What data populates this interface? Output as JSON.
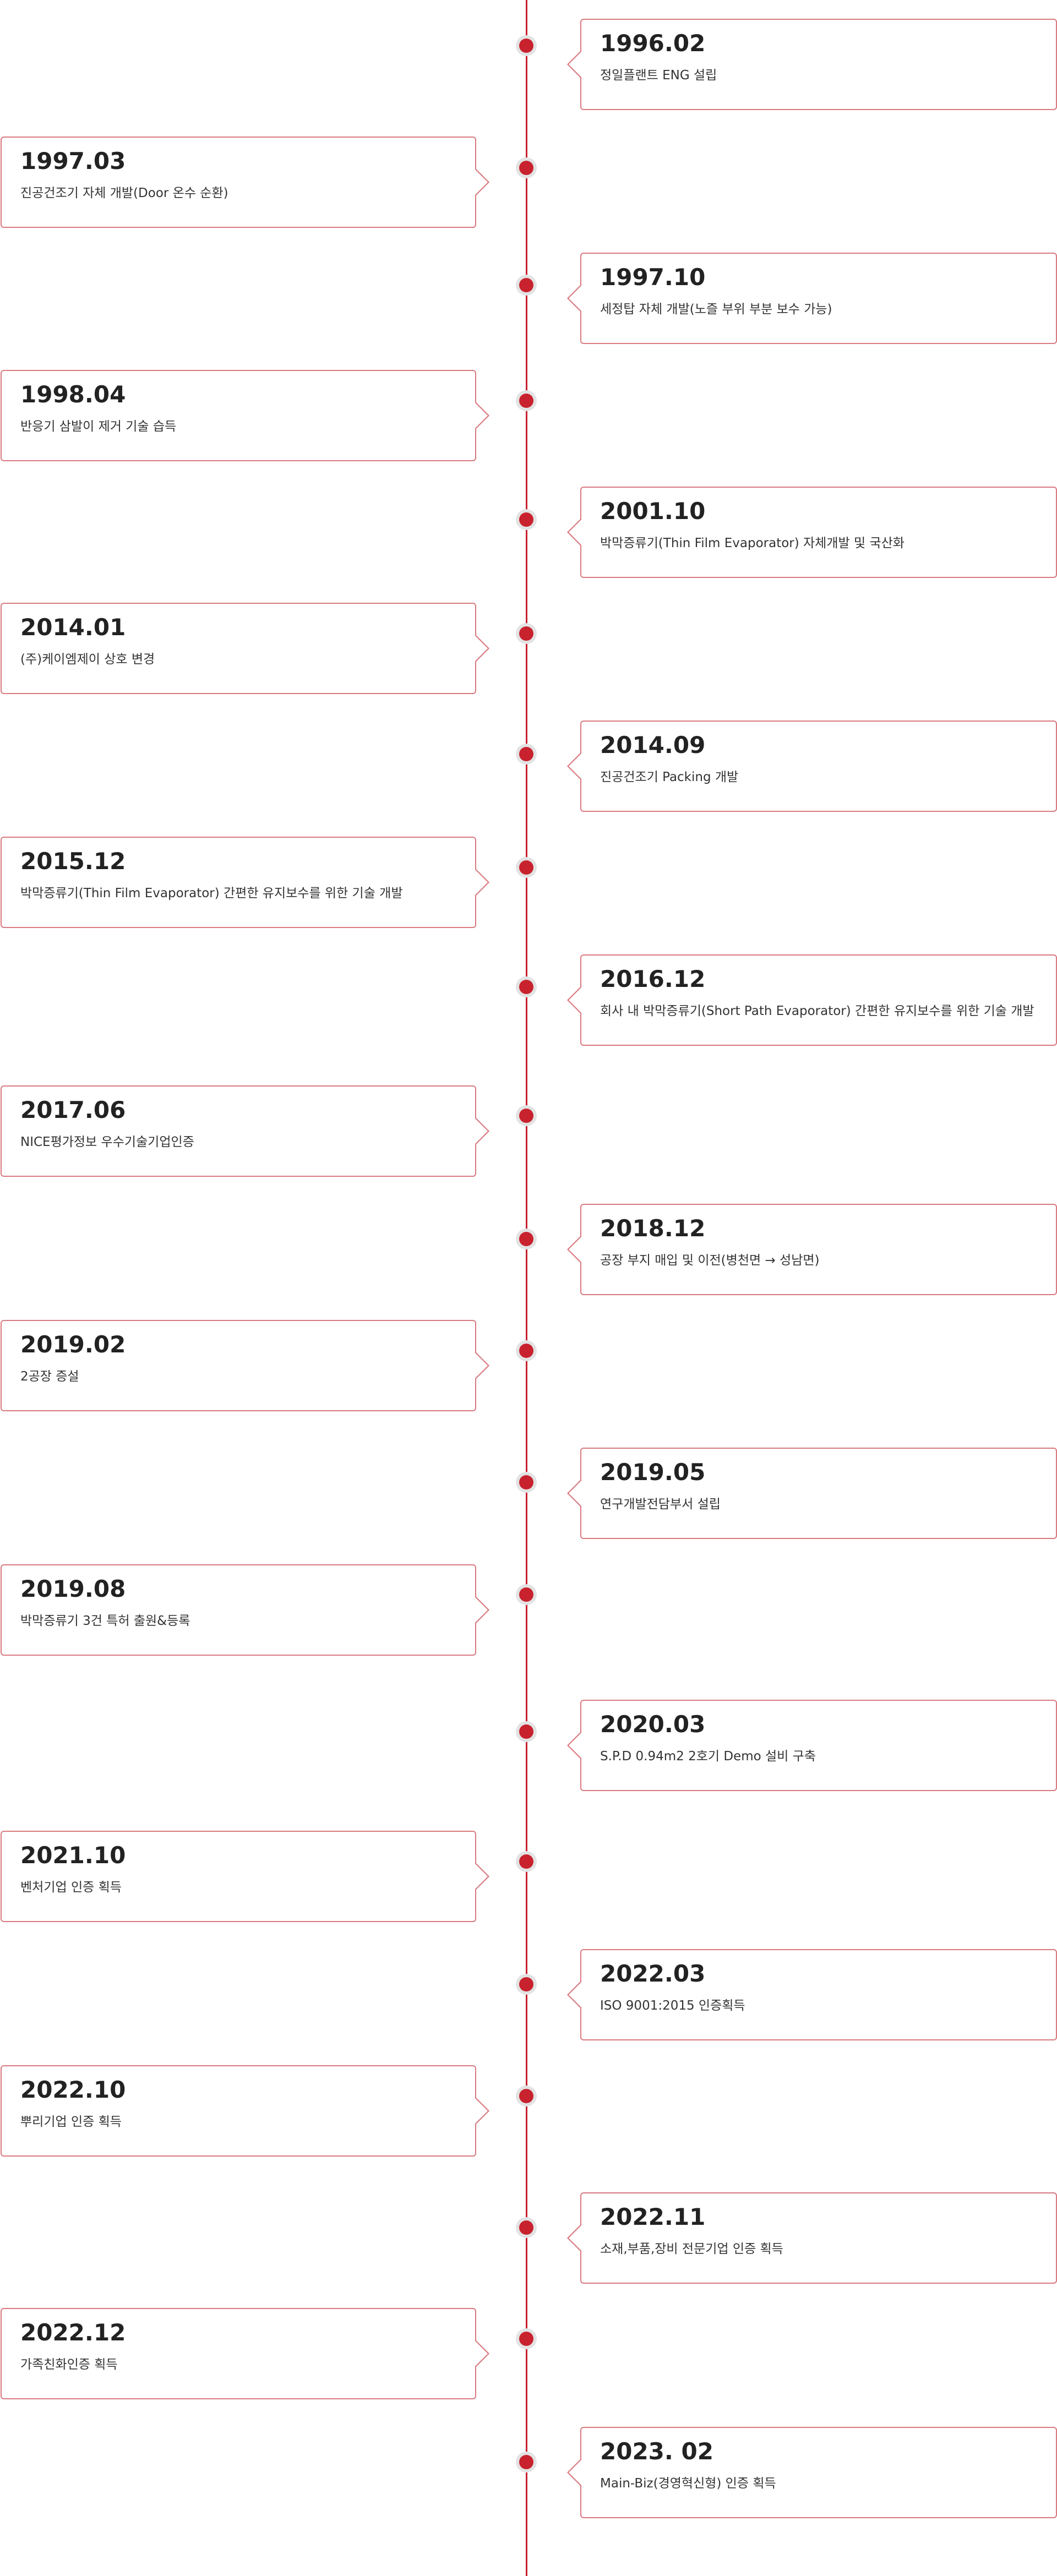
{
  "timeline": {
    "entries": [
      {
        "year": "1996.02",
        "description": "정일플랜트 ENG 설립"
      },
      {
        "year": "1997.03",
        "description": "진공건조기 자체 개발(Door 온수 순환)"
      },
      {
        "year": "1997.10",
        "description": "세정탑 자체 개발(노즐 부위 부분 보수 가능)"
      },
      {
        "year": "1998.04",
        "description": "반응기 삼발이 제거 기술 습득"
      },
      {
        "year": "2001.10",
        "description": "박막증류기(Thin Film Evaporator) 자체개발 및 국산화"
      },
      {
        "year": "2014.01",
        "description": "(주)케이엠제이 상호 변경"
      },
      {
        "year": "2014.09",
        "description": "진공건조기 Packing 개발"
      },
      {
        "year": "2015.12",
        "description": "박막증류기(Thin Film Evaporator) 간편한 유지보수를 위한 기술 개발"
      },
      {
        "year": "2016.12",
        "description": "회사 내 박막증류기(Short Path Evaporator) 간편한 유지보수를 위한 기술 개발"
      },
      {
        "year": "2017.06",
        "description": "NICE평가정보 우수기술기업인증"
      },
      {
        "year": "2018.12",
        "description": "공장 부지 매입 및 이전(병천면 → 성남면)"
      },
      {
        "year": "2019.02",
        "description": "2공장 증설"
      },
      {
        "year": "2019.05",
        "description": "연구개발전담부서 설립"
      },
      {
        "year": "2019.08",
        "description": "박막증류기 3건 특허 출원&등록"
      },
      {
        "year": "2020.03",
        "description": "S.P.D 0.94m2 2호기 Demo 설비 구축"
      },
      {
        "year": "2021.10",
        "description": "벤처기업 인증 획득"
      },
      {
        "year": "2022.03",
        "description": "ISO 9001:2015 인증획득"
      },
      {
        "year": "2022.10",
        "description": "뿌리기업 인증 획득"
      },
      {
        "year": "2022.11",
        "description": "소재,부품,장비 전문기업 인증 획득"
      },
      {
        "year": "2022.12",
        "description": "가족친화인증 획득"
      },
      {
        "year": "2023. 02",
        "description": "Main-Biz(경영혁신형) 인증 획득"
      }
    ]
  }
}
